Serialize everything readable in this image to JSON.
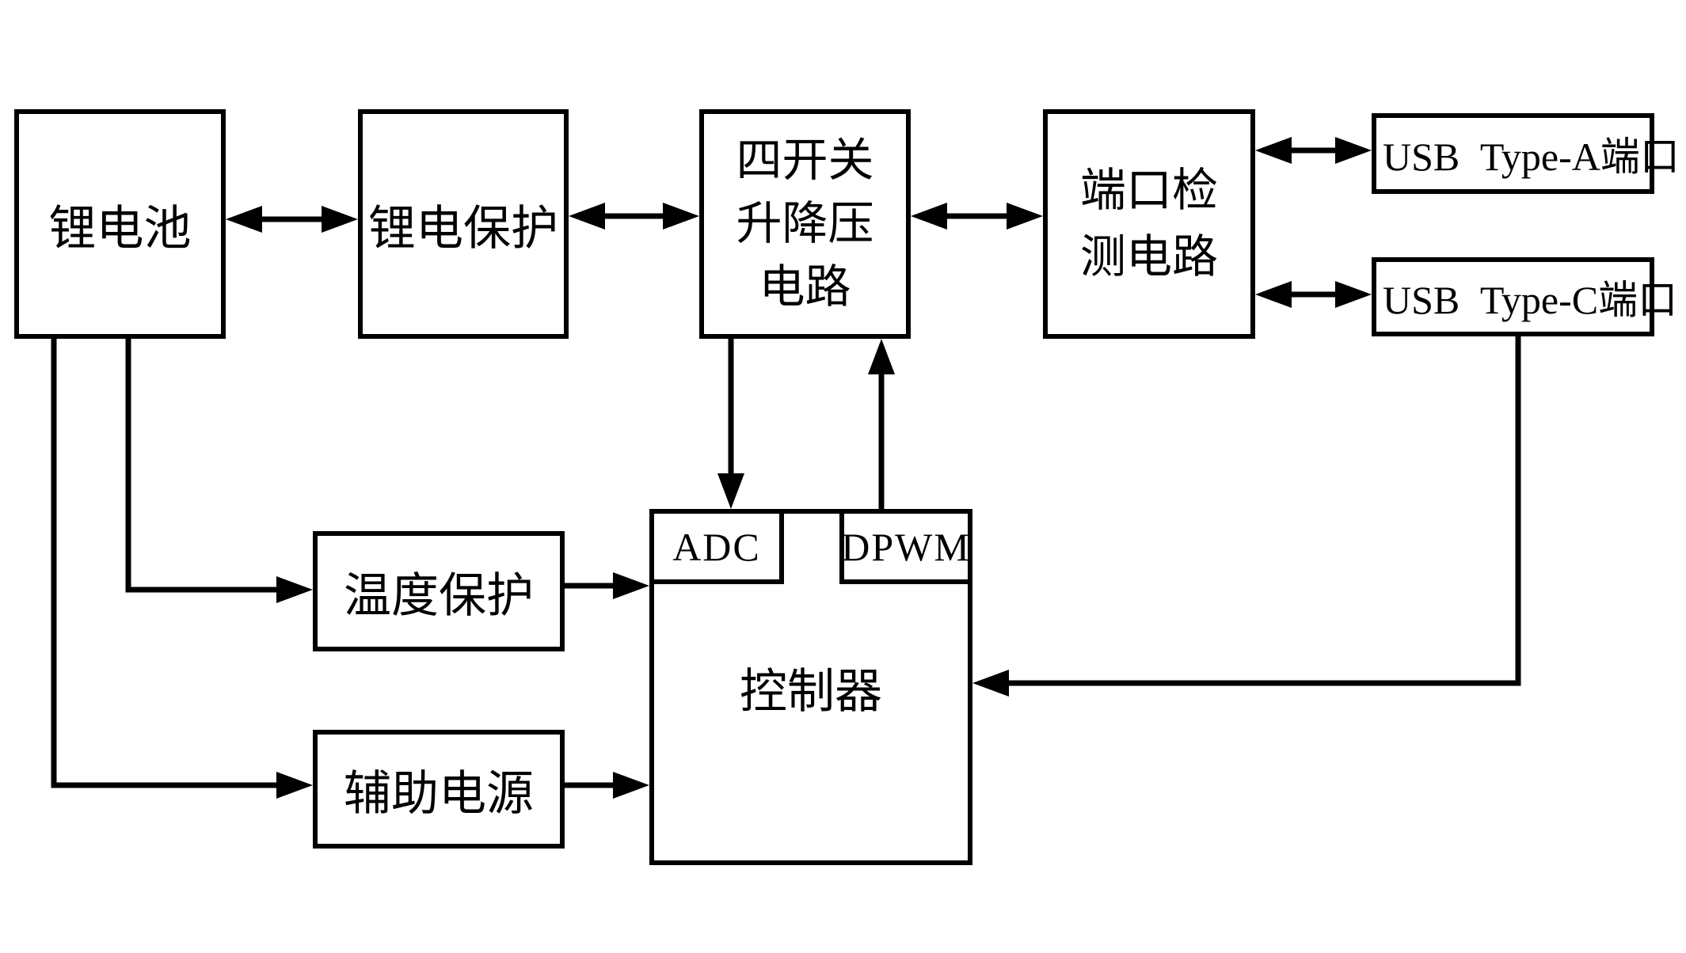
{
  "diagram": {
    "type": "block-diagram",
    "colors": {
      "line": "#000000",
      "background": "#ffffff",
      "box_fill": "#ffffff"
    },
    "nodes": {
      "battery": {
        "label": "锂电池"
      },
      "battery_protection": {
        "label": "锂电保护"
      },
      "buck_boost": {
        "lines": [
          "四开关",
          "升降压",
          "电路"
        ]
      },
      "port_detection": {
        "lines": [
          "端口检",
          "测电路"
        ]
      },
      "usb_type_a": {
        "label": "USB Type-A端口"
      },
      "usb_type_c": {
        "label": "USB Type-C端口"
      },
      "temperature_protection": {
        "label": "温度保护"
      },
      "auxiliary_power": {
        "label": "辅助电源"
      },
      "controller": {
        "label": "控制器"
      },
      "adc": {
        "label": "ADC"
      },
      "dpwm": {
        "label": "DPWM"
      }
    },
    "edges": [
      {
        "from": "battery",
        "to": "battery_protection",
        "type": "bidirectional"
      },
      {
        "from": "battery_protection",
        "to": "buck_boost",
        "type": "bidirectional"
      },
      {
        "from": "buck_boost",
        "to": "port_detection",
        "type": "bidirectional"
      },
      {
        "from": "port_detection",
        "to": "usb_type_a",
        "type": "bidirectional"
      },
      {
        "from": "port_detection",
        "to": "usb_type_c",
        "type": "bidirectional"
      },
      {
        "from": "buck_boost",
        "to": "adc",
        "type": "directed"
      },
      {
        "from": "dpwm",
        "to": "buck_boost",
        "type": "directed"
      },
      {
        "from": "battery",
        "to": "temperature_protection",
        "type": "directed"
      },
      {
        "from": "battery",
        "to": "auxiliary_power",
        "type": "directed"
      },
      {
        "from": "temperature_protection",
        "to": "controller",
        "type": "directed"
      },
      {
        "from": "auxiliary_power",
        "to": "controller",
        "type": "directed"
      },
      {
        "from": "usb_type_c",
        "to": "controller",
        "type": "directed"
      }
    ]
  }
}
